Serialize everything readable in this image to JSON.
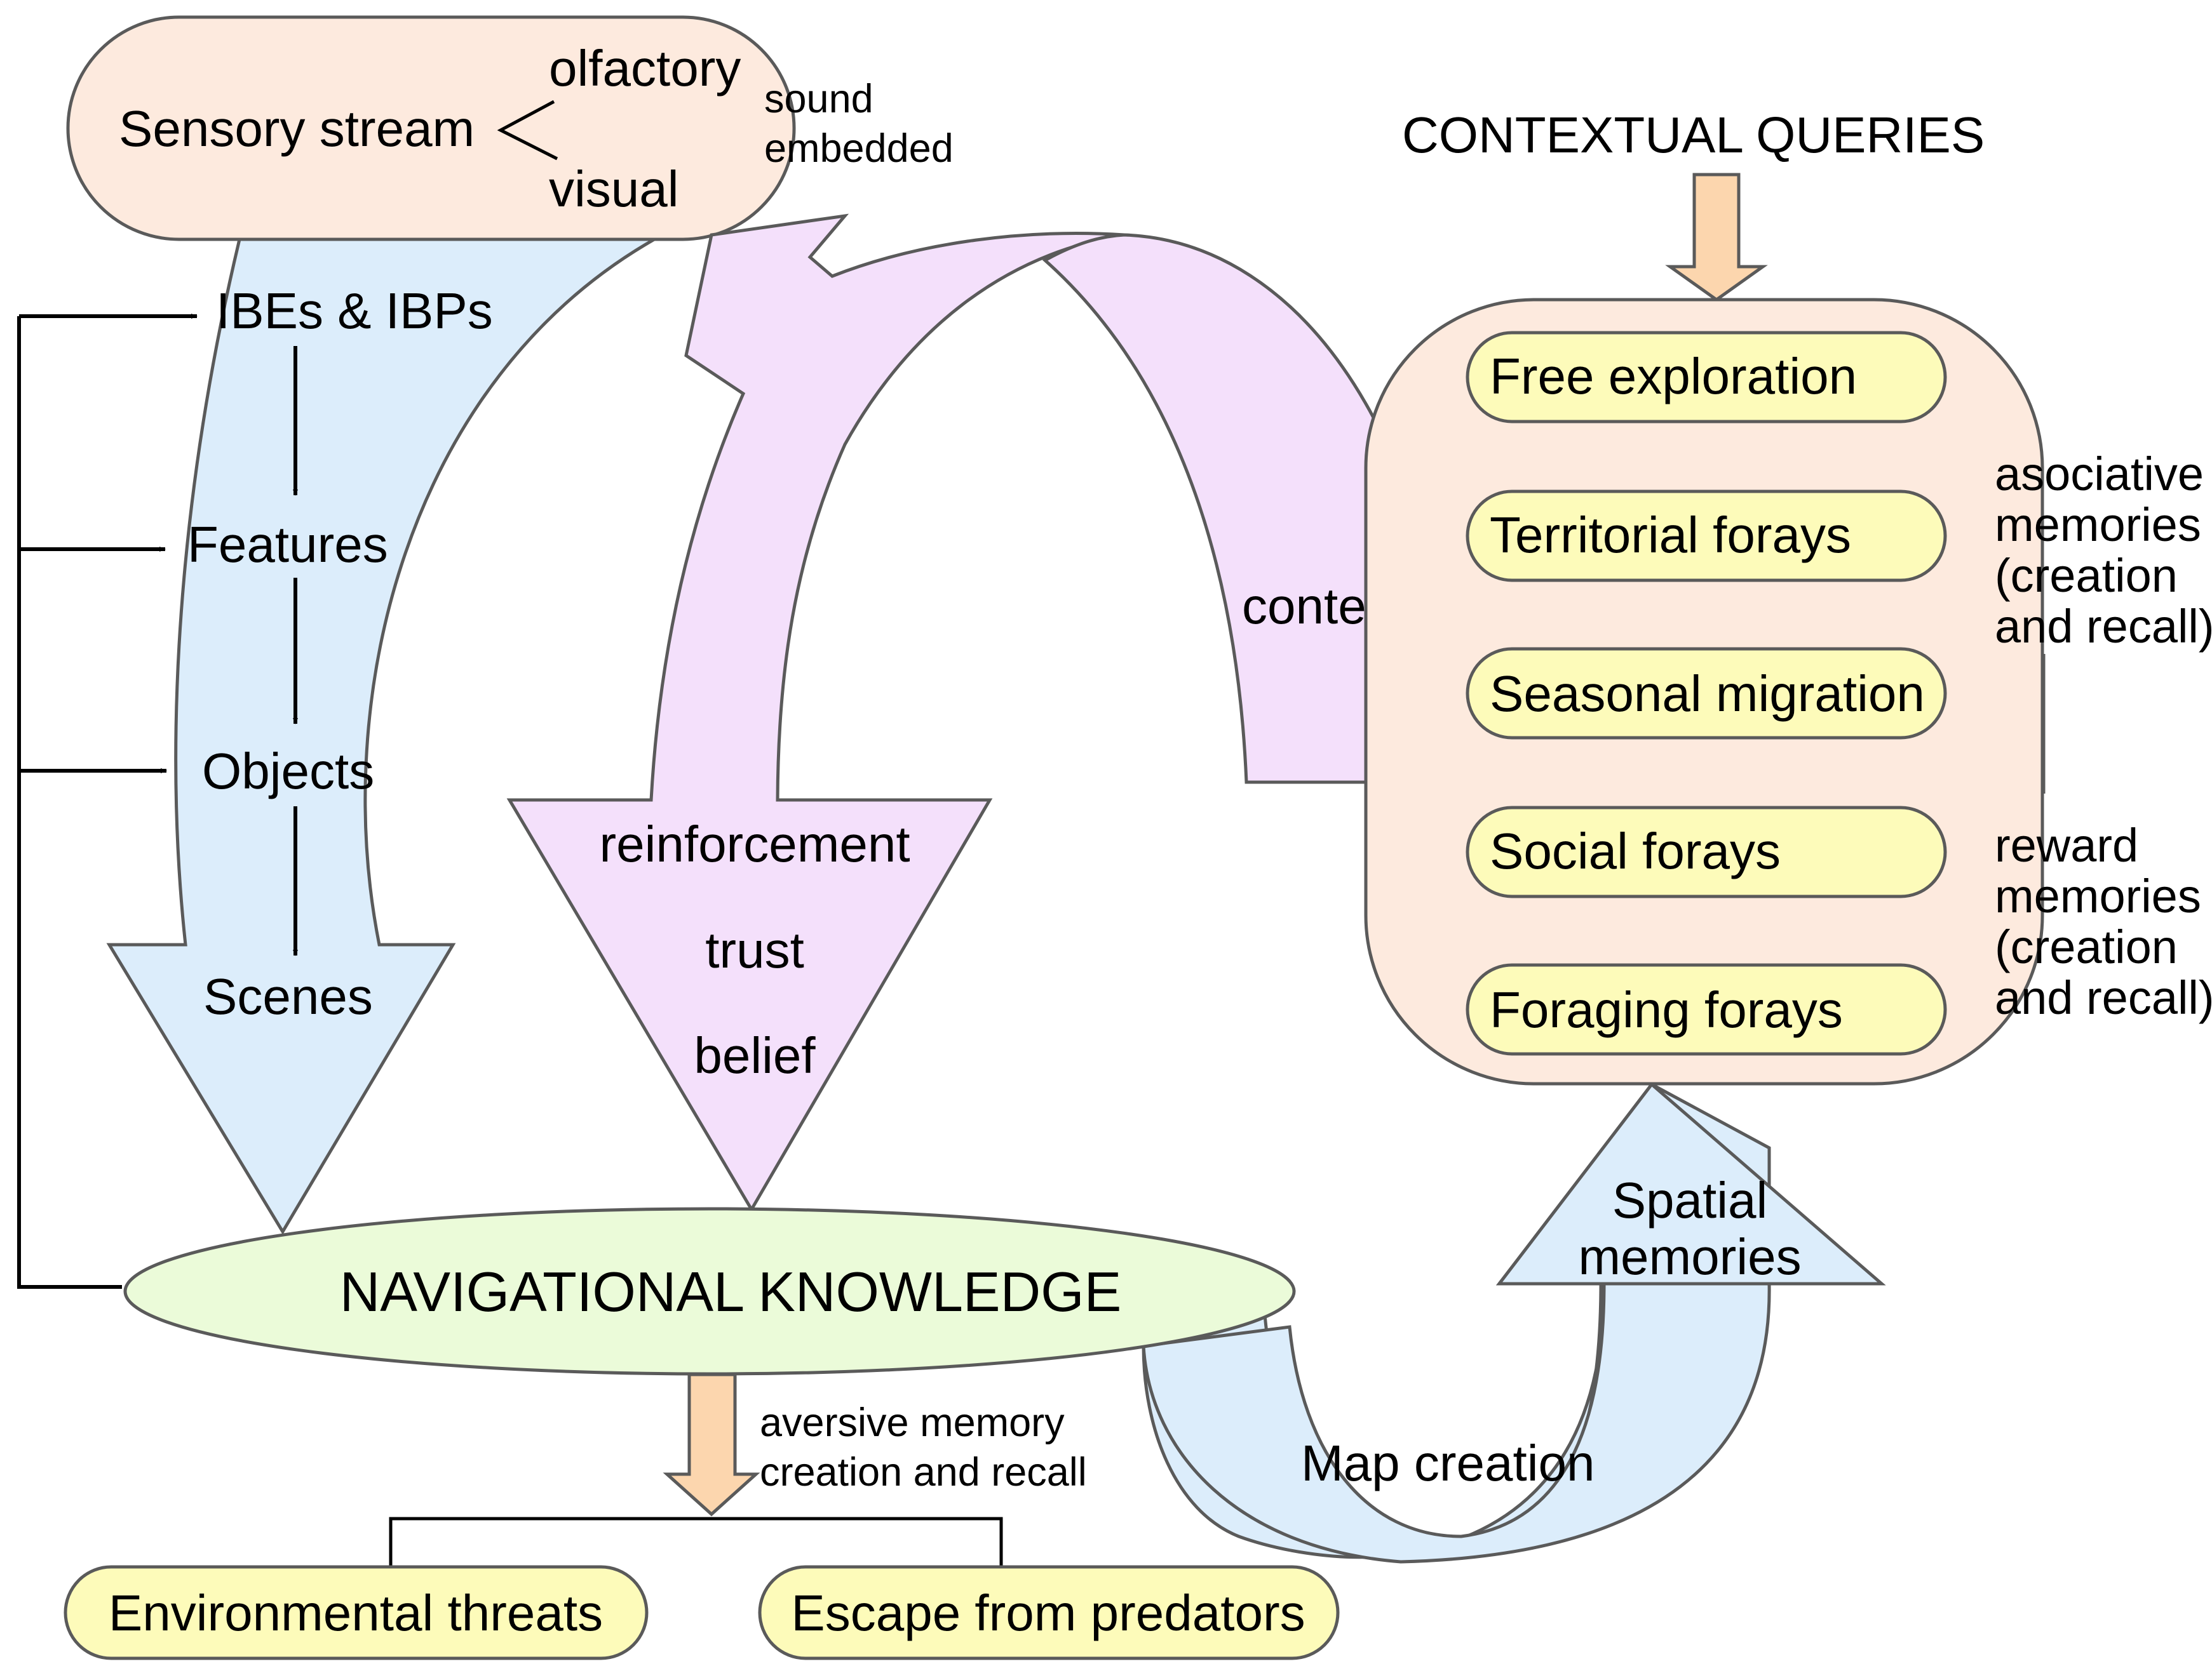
{
  "colors": {
    "sensory_fill": "#fdeade",
    "blue_fill": "#dcedfb",
    "purple_fill": "#f4e0fb",
    "pill_fill": "#fdfbba",
    "nav_fill": "#ebfbd9",
    "stroke": "#5a5a5a",
    "orange_arrow": "#fcd6ae"
  },
  "sensory": {
    "label": "Sensory stream",
    "olfactory": "olfactory",
    "visual": "visual",
    "sound": "sound",
    "embedded": "embedded"
  },
  "hierarchy": {
    "ibes": "IBEs & IBPs",
    "features": "Features",
    "objects": "Objects",
    "scenes": "Scenes"
  },
  "purple_arrow": {
    "reinforcement": "reinforcement",
    "trust": "trust",
    "belief": "belief",
    "context": "context"
  },
  "contextual_queries": "CONTEXTUAL QUERIES",
  "behaviours": [
    "Free exploration",
    "Territorial forays",
    "Seasonal migration",
    "Social forays",
    "Foraging forays"
  ],
  "associative": [
    "asociative",
    "memories",
    "(creation",
    "and recall)"
  ],
  "reward": [
    "reward",
    "memories",
    "(creation",
    "and recall)"
  ],
  "spatial": [
    "Spatial",
    "memories"
  ],
  "map_creation": "Map creation",
  "navigational_knowledge": "NAVIGATIONAL KNOWLEDGE",
  "aversive": [
    "aversive memory",
    "creation and recall"
  ],
  "outcomes": [
    "Environmental threats",
    "Escape from predators"
  ]
}
